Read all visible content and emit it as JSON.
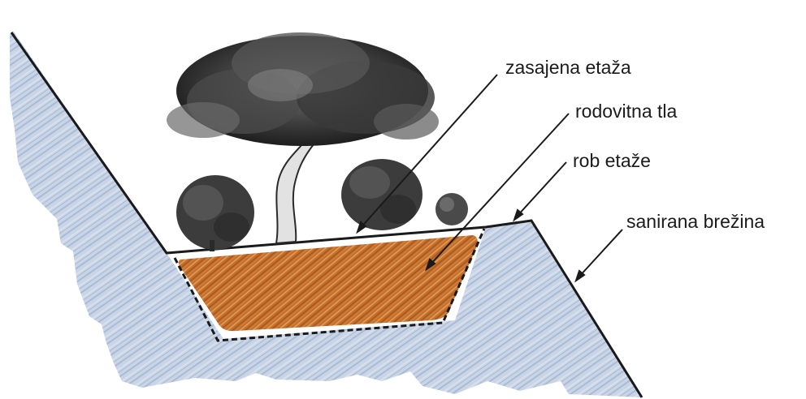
{
  "labels": {
    "planted_terrace": "zasajena etaža",
    "fertile_soil": "rodovitna tla",
    "terrace_edge": "rob etaže",
    "restored_slope": "sanirana brežina"
  },
  "colors": {
    "rock_fill": "#c9d5e6",
    "rock_texture": "#9fb2cd",
    "soil_fill": "#c46f2b",
    "soil_texture": "#e0a25c",
    "outline": "#1a1a1a",
    "foliage": "#3a3a3a",
    "trunk": "#d9d9d9"
  },
  "icons": {
    "tree": "olive-tree-icon",
    "shrub": "shrub-icon"
  }
}
